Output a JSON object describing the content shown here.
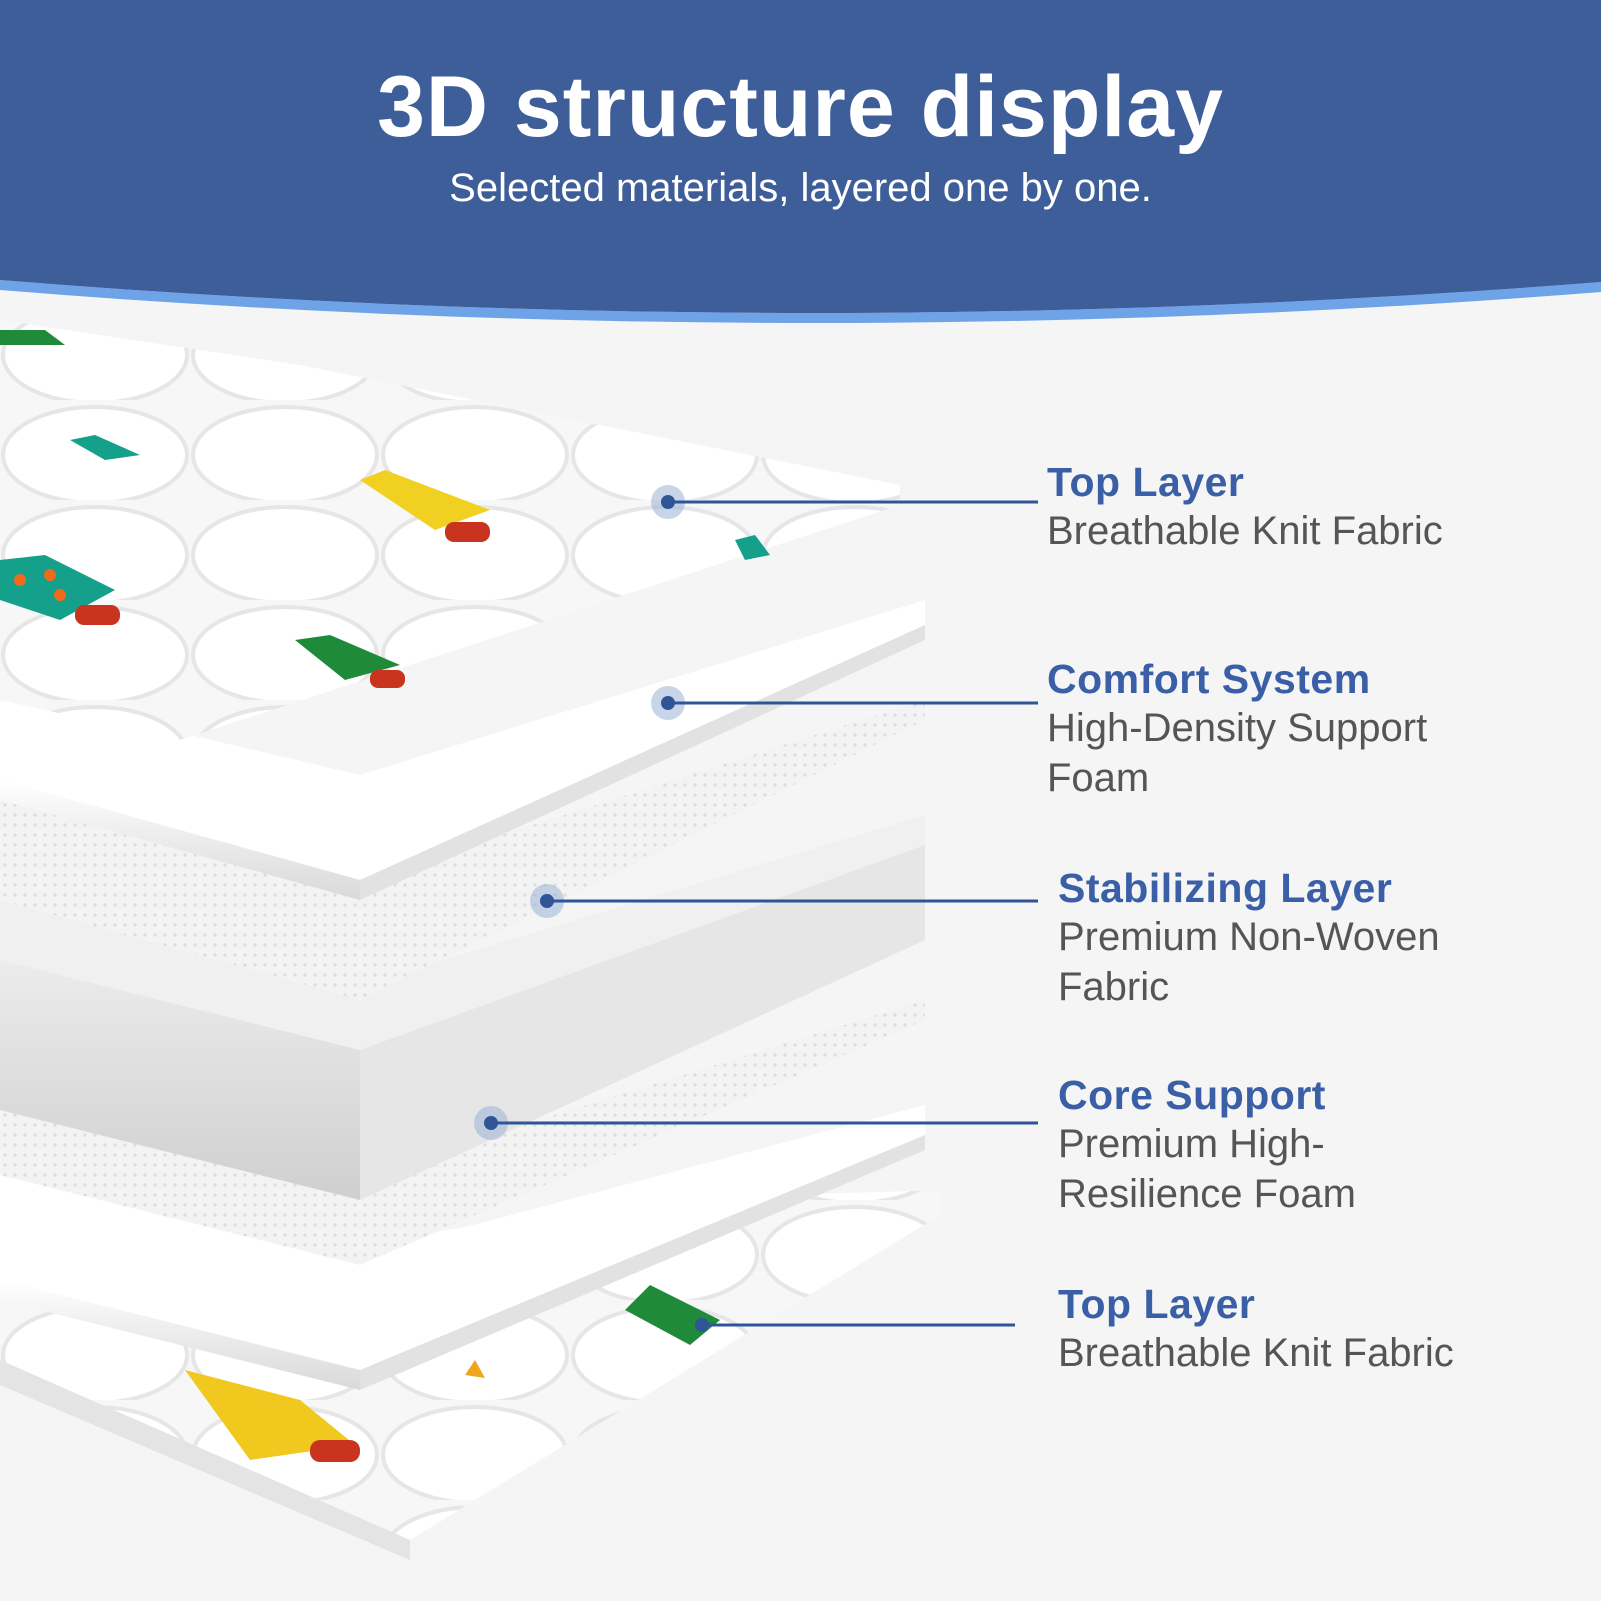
{
  "header": {
    "title": "3D structure display",
    "subtitle": "Selected materials, layered one by one."
  },
  "colors": {
    "header_bg": "#3e5e9a",
    "accent_wave": "#6fa3e8",
    "label_title": "#3a5fa6",
    "label_desc": "#555555",
    "callout_line": "#2f5597"
  },
  "layers": [
    {
      "title": "Top Layer",
      "description": "Breathable Knit Fabric"
    },
    {
      "title": "Comfort System",
      "description": "High-Density Support Foam"
    },
    {
      "title": "Stabilizing Layer",
      "description": "Premium Non-Woven Fabric"
    },
    {
      "title": "Core Support",
      "description": "Premium High-Resilience Foam"
    },
    {
      "title": "Top Layer",
      "description": "Breathable Knit Fabric"
    }
  ]
}
